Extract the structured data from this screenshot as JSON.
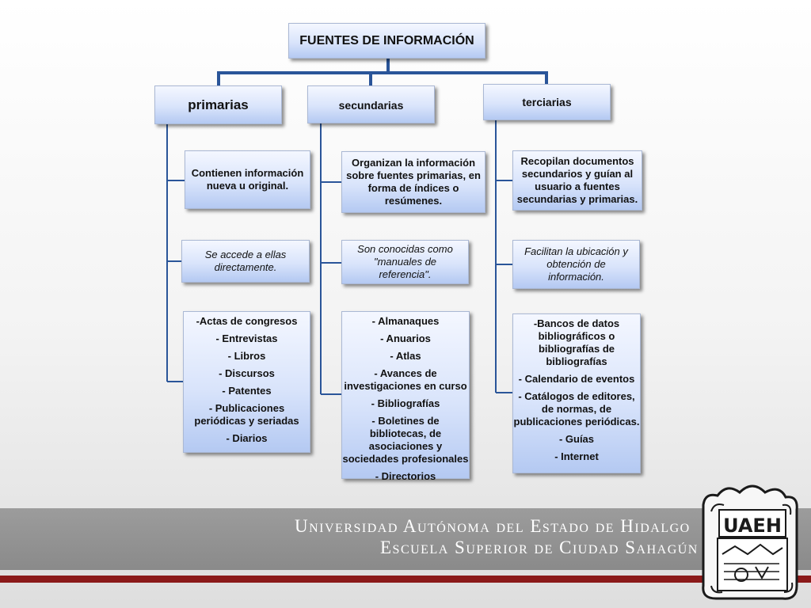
{
  "title": "FUENTES DE INFORMACIÓN",
  "columns": [
    {
      "header": "primarias",
      "desc": [
        "Contienen información",
        "nueva u original."
      ],
      "access": [
        "Se accede a ellas",
        "directamente."
      ],
      "items": [
        "-Actas de congresos",
        "- Entrevistas",
        "- Libros",
        "- Discursos",
        "- Patentes",
        "- Publicaciones periódicas y seriadas",
        "- Diarios"
      ]
    },
    {
      "header": "secundarias",
      "desc": [
        "Organizan la información",
        "sobre fuentes primarias, en",
        "forma de índices o",
        "resúmenes."
      ],
      "access": [
        "Son conocidas como",
        "\"manuales de",
        "referencia\"."
      ],
      "items": [
        "- Almanaques",
        "- Anuarios",
        "- Atlas",
        "- Avances de investigaciones en curso",
        "- Bibliografías",
        "- Boletines de bibliotecas, de asociaciones y sociedades profesionales",
        "- Directorios"
      ]
    },
    {
      "header": "terciarias",
      "desc": [
        "Recopilan documentos",
        "secundarios y guían al",
        "usuario a fuentes",
        "secundarias y primarias."
      ],
      "access": [
        "Facilitan la ubicación y",
        "obtención de",
        "información."
      ],
      "items": [
        "-Bancos de datos bibliográficos o bibliografías de bibliografías",
        "- Calendario de eventos",
        "- Catálogos de editores, de normas, de publicaciones periódicas.",
        "- Guías",
        "- Internet"
      ]
    }
  ],
  "footer": {
    "line1": "Universidad Autónoma del Estado de Hidalgo",
    "line2": "Escuela Superior de Ciudad Sahagún"
  },
  "logo": {
    "text": "UAEH"
  },
  "colors": {
    "connector": "#2a5599",
    "band_gray": "#8f8f8f",
    "band_red": "#8b1a1a",
    "box_top": "#f4f7ff",
    "box_bottom": "#b4c9f2"
  }
}
